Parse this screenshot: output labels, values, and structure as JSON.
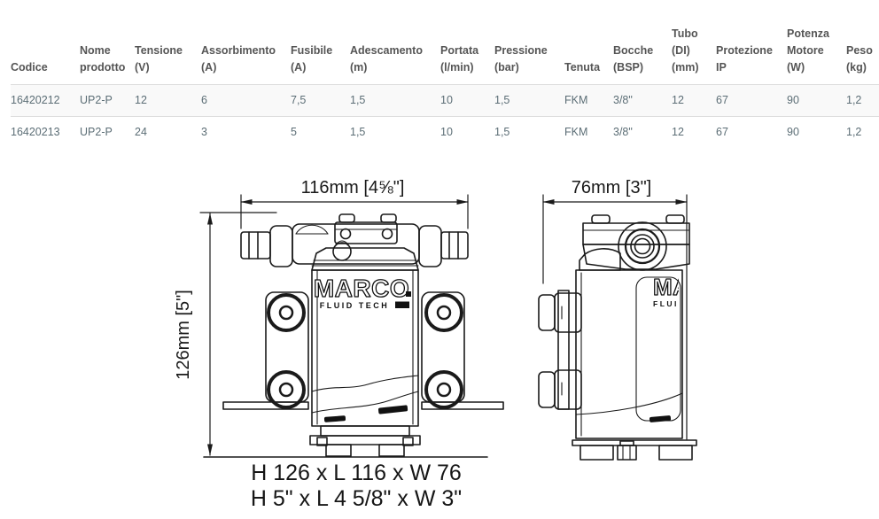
{
  "table": {
    "columns": [
      "Codice",
      "Nome prodotto",
      "Tensione (V)",
      "Assorbimento (A)",
      "Fusibile (A)",
      "Adescamento (m)",
      "Portata (l/min)",
      "Pressione (bar)",
      "Tenuta",
      "Bocche (BSP)",
      "Tubo (DI) (mm)",
      "Protezione IP",
      "Potenza Motore (W)",
      "Peso (kg)"
    ],
    "rows": [
      [
        "16420212",
        "UP2-P",
        "12",
        "6",
        "7,5",
        "1,5",
        "10",
        "1,5",
        "FKM",
        "3/8\"",
        "12",
        "67",
        "90",
        "1,2"
      ],
      [
        "16420213",
        "UP2-P",
        "24",
        "3",
        "5",
        "1,5",
        "10",
        "1,5",
        "FKM",
        "3/8\"",
        "12",
        "67",
        "90",
        "1,2"
      ]
    ]
  },
  "drawings": {
    "front_view": {
      "width_label": "116mm [4⅝\"]",
      "height_label": "126mm [5\"]"
    },
    "side_view": {
      "width_label": "76mm [3\"]"
    },
    "logo": {
      "brand": "MARCO",
      "tagline": "FLUID TECH"
    },
    "caption_mm": "H 126 x L 116 x W 76",
    "caption_in": "H 5\" x L 4 5/8\" x W 3\""
  },
  "colors": {
    "background": "#ffffff",
    "header_text": "#555555",
    "cell_text": "#5c6e76",
    "row_stripe": "#f9f9f9",
    "border": "#dddddd",
    "line": "#1a1a1a"
  }
}
